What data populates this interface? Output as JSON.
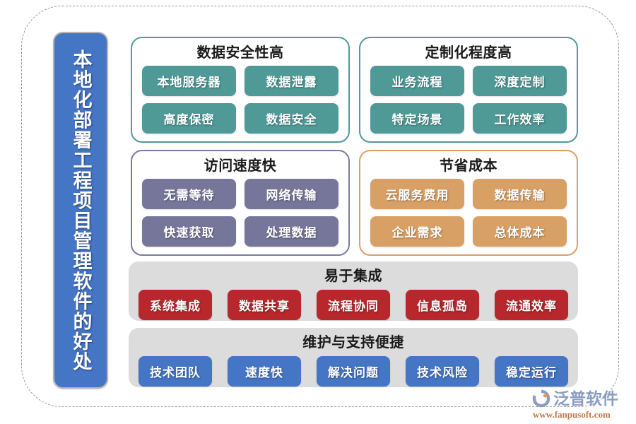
{
  "title_bar": {
    "text": "本地化部署工程项目管理软件的好处",
    "color": "#4575c5"
  },
  "panels": [
    {
      "id": "data-security",
      "title": "数据安全性高",
      "accent": "#4f9a97",
      "tags": [
        "本地服务器",
        "数据泄露",
        "高度保密",
        "数据安全"
      ]
    },
    {
      "id": "customization",
      "title": "定制化程度高",
      "accent": "#4f9a97",
      "tags": [
        "业务流程",
        "深度定制",
        "特定场景",
        "工作效率"
      ]
    },
    {
      "id": "access-speed",
      "title": "访问速度快",
      "accent": "#76769b",
      "tags": [
        "无需等待",
        "网络传输",
        "快速获取",
        "处理数据"
      ]
    },
    {
      "id": "cost-saving",
      "title": "节省成本",
      "accent": "#d9a066",
      "tags": [
        "云服务费用",
        "数据传输",
        "企业需求",
        "总体成本"
      ]
    }
  ],
  "bars": [
    {
      "id": "integration",
      "title": "易于集成",
      "accent": "#b7272c",
      "tags": [
        "系统集成",
        "数据共享",
        "流程协同",
        "信息孤岛",
        "流通效率"
      ]
    },
    {
      "id": "maintenance",
      "title": "维护与支持便捷",
      "accent": "#4575c5",
      "tags": [
        "技术团队",
        "速度快",
        "解决问题",
        "技术风险",
        "稳定运行"
      ]
    }
  ],
  "logo": {
    "name": "泛普软件",
    "url": "www.fanpusoft.com",
    "mark_color": "#8b9dc3",
    "accent_color": "#e8953a"
  }
}
